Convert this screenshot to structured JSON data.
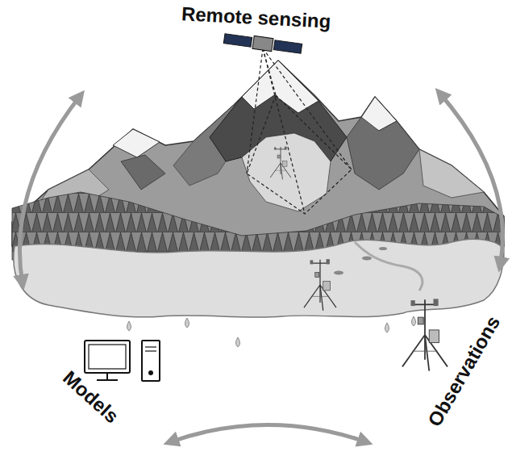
{
  "diagram": {
    "labels": [
      "Remote sensing",
      "Models",
      "Observations"
    ]
  }
}
